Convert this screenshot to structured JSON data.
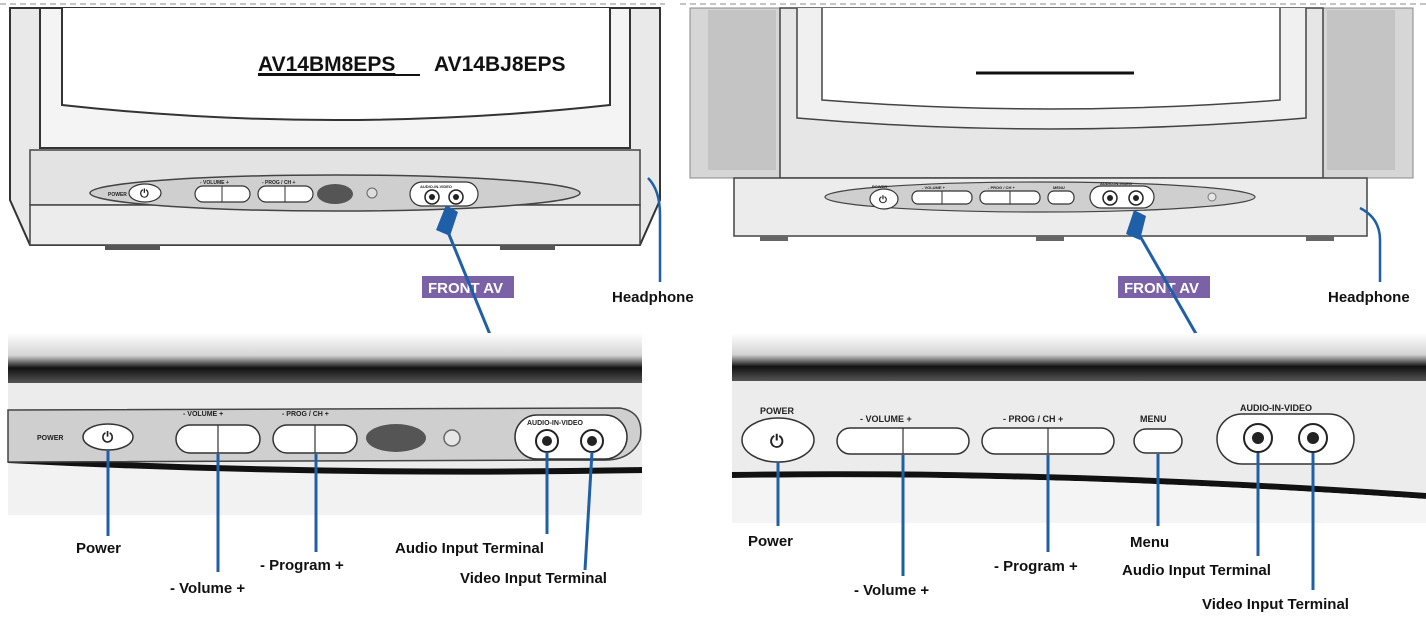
{
  "model_numbers": {
    "underlined": "AV14BM8EPS",
    "plain": "AV14BJ8EPS"
  },
  "left_panel": {
    "front_av_tag": "FRONT AV",
    "headphone_label": "Headphone",
    "small_panel": {
      "power": "POWER",
      "volume": "- VOLUME +",
      "prog": "- PROG / CH +",
      "av": "AUDIO-IN-VIDEO"
    },
    "closeup": {
      "power": "POWER",
      "volume": "- VOLUME +",
      "prog": "- PROG / CH +",
      "av": "AUDIO-IN-VIDEO"
    },
    "callouts": {
      "power": "Power",
      "volume": "- Volume +",
      "program": "- Program +",
      "audio": "Audio Input Terminal",
      "video": "Video Input Terminal"
    }
  },
  "right_panel": {
    "front_av_tag": "FRONT AV",
    "headphone_label": "Headphone",
    "small_panel": {
      "power": "POWER",
      "volume": "- VOLUME +",
      "prog": "- PROG / CH +",
      "menu": "MENU",
      "av": "AUDIO-IN-VIDEO"
    },
    "closeup": {
      "power": "POWER",
      "volume": "- VOLUME +",
      "prog": "- PROG / CH +",
      "menu": "MENU",
      "av": "AUDIO-IN-VIDEO"
    },
    "callouts": {
      "power": "Power",
      "volume": "- Volume +",
      "program": "- Program +",
      "menu": "Menu",
      "audio": "Audio Input Terminal",
      "video": "Video Input Terminal"
    }
  },
  "colors": {
    "lead_line": "#1f5fa8",
    "tag_bg": "#7b62a6",
    "panel_gray": "#d9d9d9"
  }
}
